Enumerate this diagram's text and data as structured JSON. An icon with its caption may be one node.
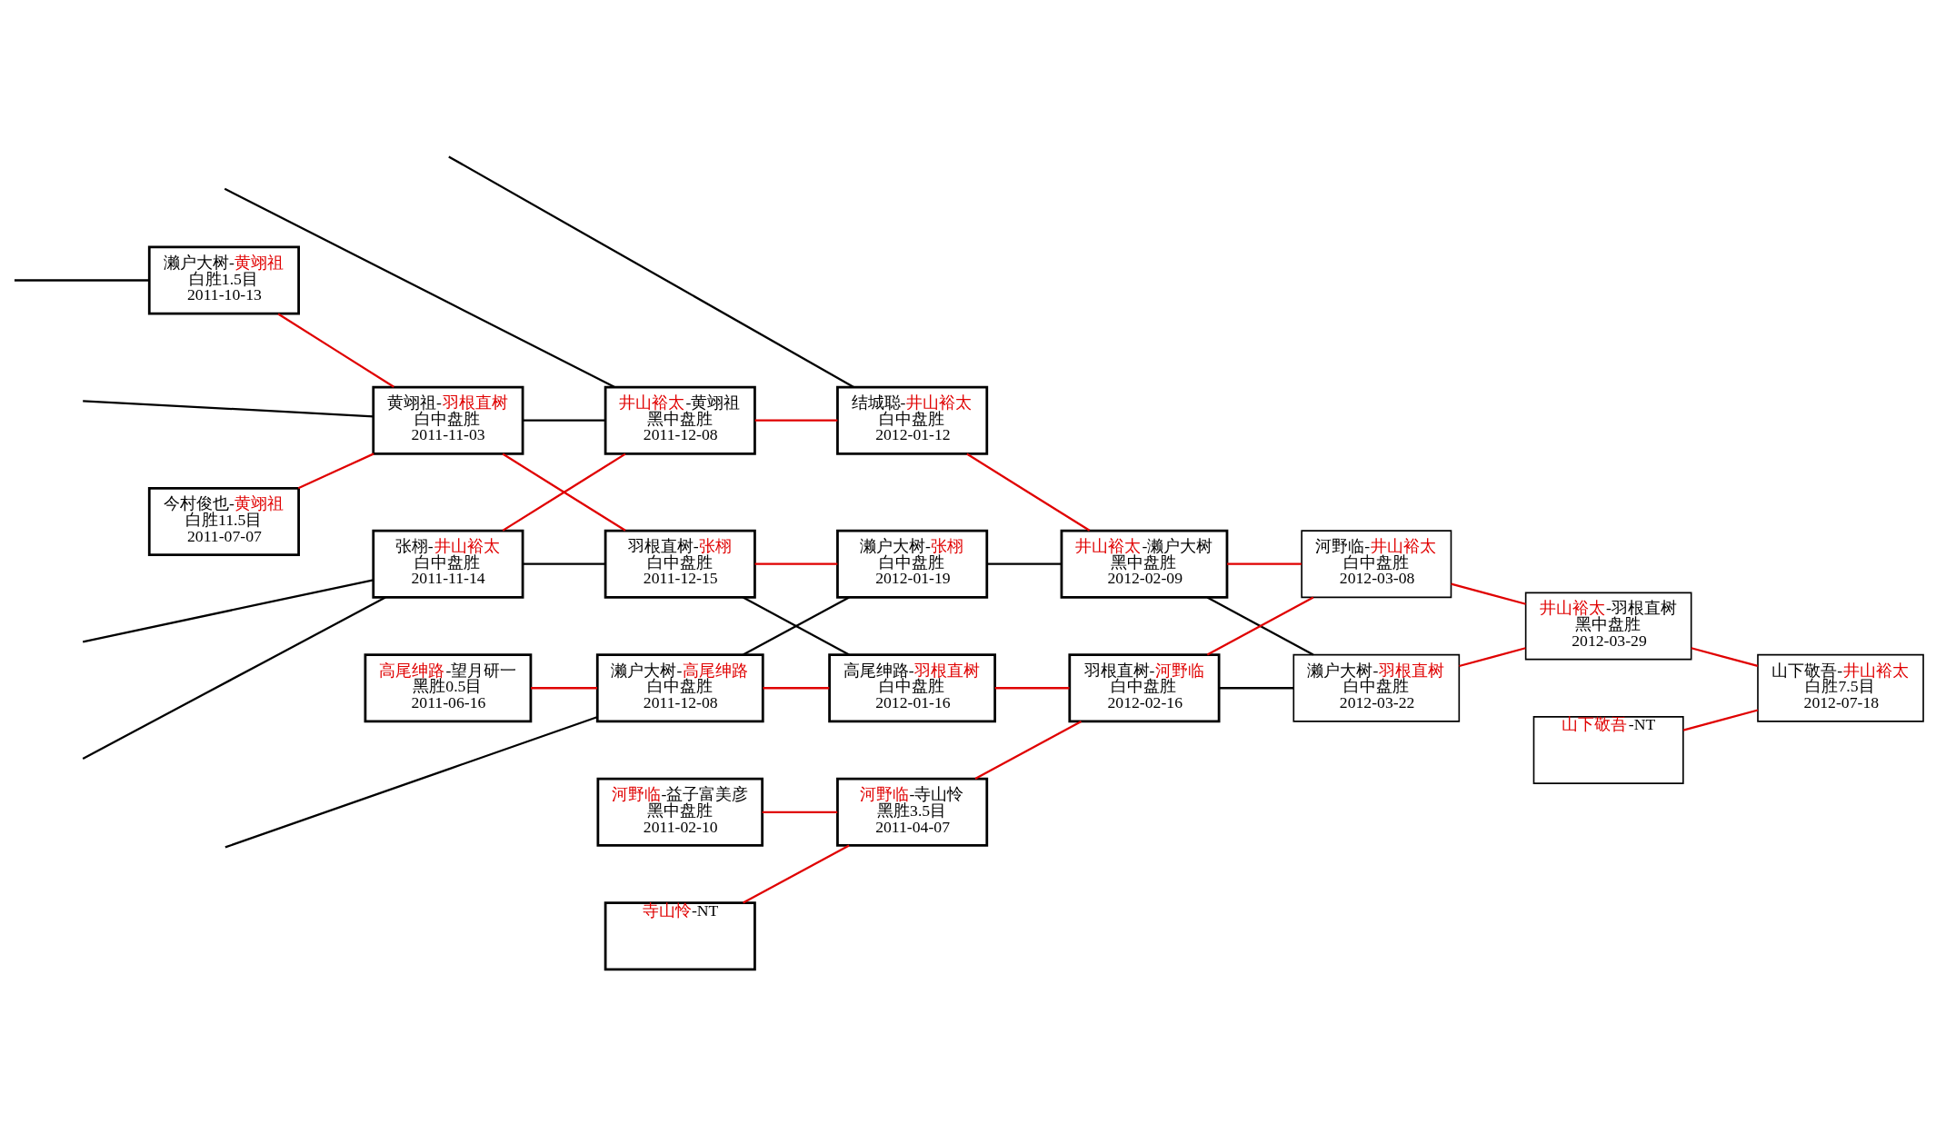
{
  "diagram": {
    "nodes": [
      {
        "text": [
          "今村俊也-黄翊祖",
          "白胜11.5目",
          "2011-07-07"
        ]
      },
      {
        "text": [
          "濑户大树-黄翊祖",
          "白胜1.5目",
          "2011-10-13"
        ]
      },
      {
        "text": [
          "张栩-井山裕太",
          "白中盘胜",
          "2011-11-14"
        ]
      },
      {
        "text": [
          "黄翊祖-羽根直树",
          "白中盘胜",
          "2011-11-03"
        ]
      },
      {
        "text": [
          "高尾绅路-望月研一",
          "黑胜0.5目",
          "2011-06-16"
        ]
      },
      {
        "text": [
          "井山裕太-黄翊祖",
          "黑中盘胜",
          "2011-12-08"
        ]
      },
      {
        "text": [
          "羽根直树-张栩",
          "白中盘胜",
          "2011-12-15"
        ]
      },
      {
        "text": [
          "濑户大树-高尾绅路",
          "白中盘胜",
          "2011-12-08"
        ]
      },
      {
        "text": [
          "河野临-益子富美彦",
          "黑中盘胜",
          "2011-02-10"
        ]
      },
      {
        "text": [
          "寺山怜-NT"
        ]
      },
      {
        "text": [
          "结城聪-井山裕太",
          "白中盘胜",
          "2012-01-12"
        ]
      },
      {
        "text": [
          "濑户大树-张栩",
          "白中盘胜",
          "2012-01-19"
        ]
      },
      {
        "text": [
          "河野临-寺山怜",
          "黑胜3.5目",
          "2011-04-07"
        ]
      },
      {
        "text": [
          "高尾绅路-羽根直树",
          "白中盘胜",
          "2012-01-16"
        ]
      },
      {
        "text": [
          "井山裕太-濑户大树",
          "黑中盘胜",
          "2012-02-09"
        ]
      },
      {
        "text": [
          "羽根直树-河野临",
          "白中盘胜",
          "2012-02-16"
        ]
      },
      {
        "text": [
          "河野临-井山裕太",
          "白中盘胜",
          "2012-03-08"
        ]
      },
      {
        "text": [
          "濑户大树-羽根直树",
          "白中盘胜",
          "2012-03-22"
        ]
      },
      {
        "text": [
          "井山裕太-羽根直树",
          "黑中盘胜",
          "2012-03-29"
        ]
      },
      {
        "text": [
          "山下敬吾-NT"
        ]
      },
      {
        "text": [
          "山下敬吾-井山裕太",
          "白胜7.5目",
          "2012-07-18"
        ]
      }
    ],
    "edges": [
      {
        "from": null,
        "to": 2,
        "arrow": "none",
        "color": "#000000"
      },
      {
        "from": null,
        "to": 2,
        "arrow": "none",
        "color": "#000000"
      },
      {
        "from": null,
        "to": 5,
        "arrow": "none",
        "color": "#000000"
      },
      {
        "from": null,
        "to": 3,
        "arrow": "none",
        "color": "#000000"
      },
      {
        "from": null,
        "to": 10,
        "arrow": "none",
        "color": "#000000"
      },
      {
        "from": null,
        "to": 7,
        "arrow": "none",
        "color": "#000000"
      },
      {
        "from": null,
        "to": 1,
        "arrow": "none",
        "color": "#000000"
      },
      {
        "from": 0,
        "to": 3,
        "arrow": "none"
      },
      {
        "from": 1,
        "to": 3,
        "arrow": "none"
      },
      {
        "from": 2,
        "to": 5,
        "arrow": "none"
      },
      {
        "from": 2,
        "to": 6,
        "arrow": "none",
        "color": "#000000"
      },
      {
        "from": 3,
        "to": 5,
        "arrow": "none",
        "color": "#000000"
      },
      {
        "from": 3,
        "to": 6,
        "arrow": "none"
      },
      {
        "from": 4,
        "to": 7,
        "arrow": "none"
      },
      {
        "from": 5,
        "to": 10,
        "arrow": "none"
      },
      {
        "from": 6,
        "to": 11,
        "arrow": "none"
      },
      {
        "from": 6,
        "to": 13,
        "arrow": "none",
        "color": "#000000"
      },
      {
        "from": 7,
        "to": 11,
        "arrow": "none",
        "color": "#000000"
      },
      {
        "from": 7,
        "to": 13,
        "arrow": "none"
      },
      {
        "from": 8,
        "to": 12,
        "arrow": "none"
      },
      {
        "from": 9,
        "to": 12,
        "arrow": "none"
      },
      {
        "from": 10,
        "to": 14,
        "arrow": "none"
      },
      {
        "from": 11,
        "to": 14,
        "arrow": "none",
        "color": "#000000"
      },
      {
        "from": 12,
        "to": 15,
        "arrow": "none"
      },
      {
        "from": 13,
        "to": 15,
        "arrow": "none"
      },
      {
        "from": 14,
        "to": 16,
        "arrow": "none"
      },
      {
        "from": 14,
        "to": 17,
        "arrow": "none",
        "color": "#000000"
      },
      {
        "from": 15,
        "to": 16,
        "arrow": "none"
      },
      {
        "from": 15,
        "to": 17,
        "arrow": "none",
        "color": "#000000"
      },
      {
        "from": 16,
        "to": 18,
        "arrow": "none"
      },
      {
        "from": 17,
        "to": 18,
        "arrow": "none"
      },
      {
        "from": 18,
        "to": 20,
        "arrow": "none"
      },
      {
        "from": 19,
        "to": 20,
        "arrow": "none"
      }
    ]
  }
}
